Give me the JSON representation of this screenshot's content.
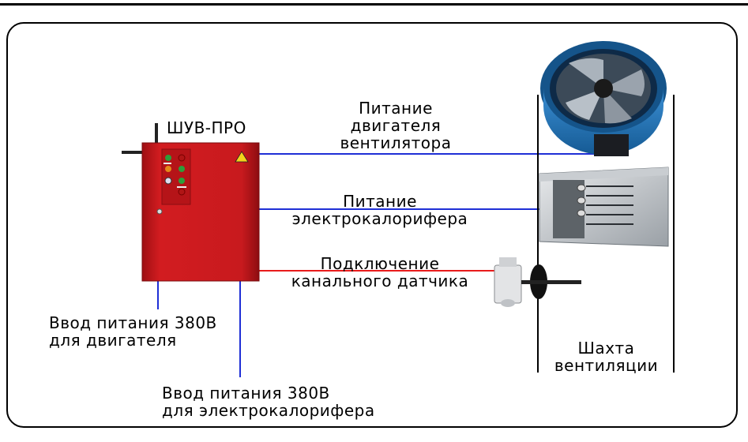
{
  "device": {
    "name": "ШУВ-ПРО"
  },
  "labels": {
    "fan_power": [
      "Питание",
      "двигателя",
      "вентилятора"
    ],
    "heater_power": [
      "Питание",
      "электрокалорифера"
    ],
    "sensor_connection": [
      "Подключение",
      "канального датчика"
    ],
    "motor_input": [
      "Ввод питания 380В",
      "для двигателя"
    ],
    "heater_input": [
      "Ввод питания 380В",
      "для электрокалорифера"
    ],
    "shaft": [
      "Шахта",
      "вентиляции"
    ]
  },
  "colors": {
    "power_line": "#1f2fd6",
    "sensor_line": "#e81b1b",
    "cabinet": "#c8171b",
    "fan_blue": "#1e6fb4",
    "frame": "#000000"
  }
}
